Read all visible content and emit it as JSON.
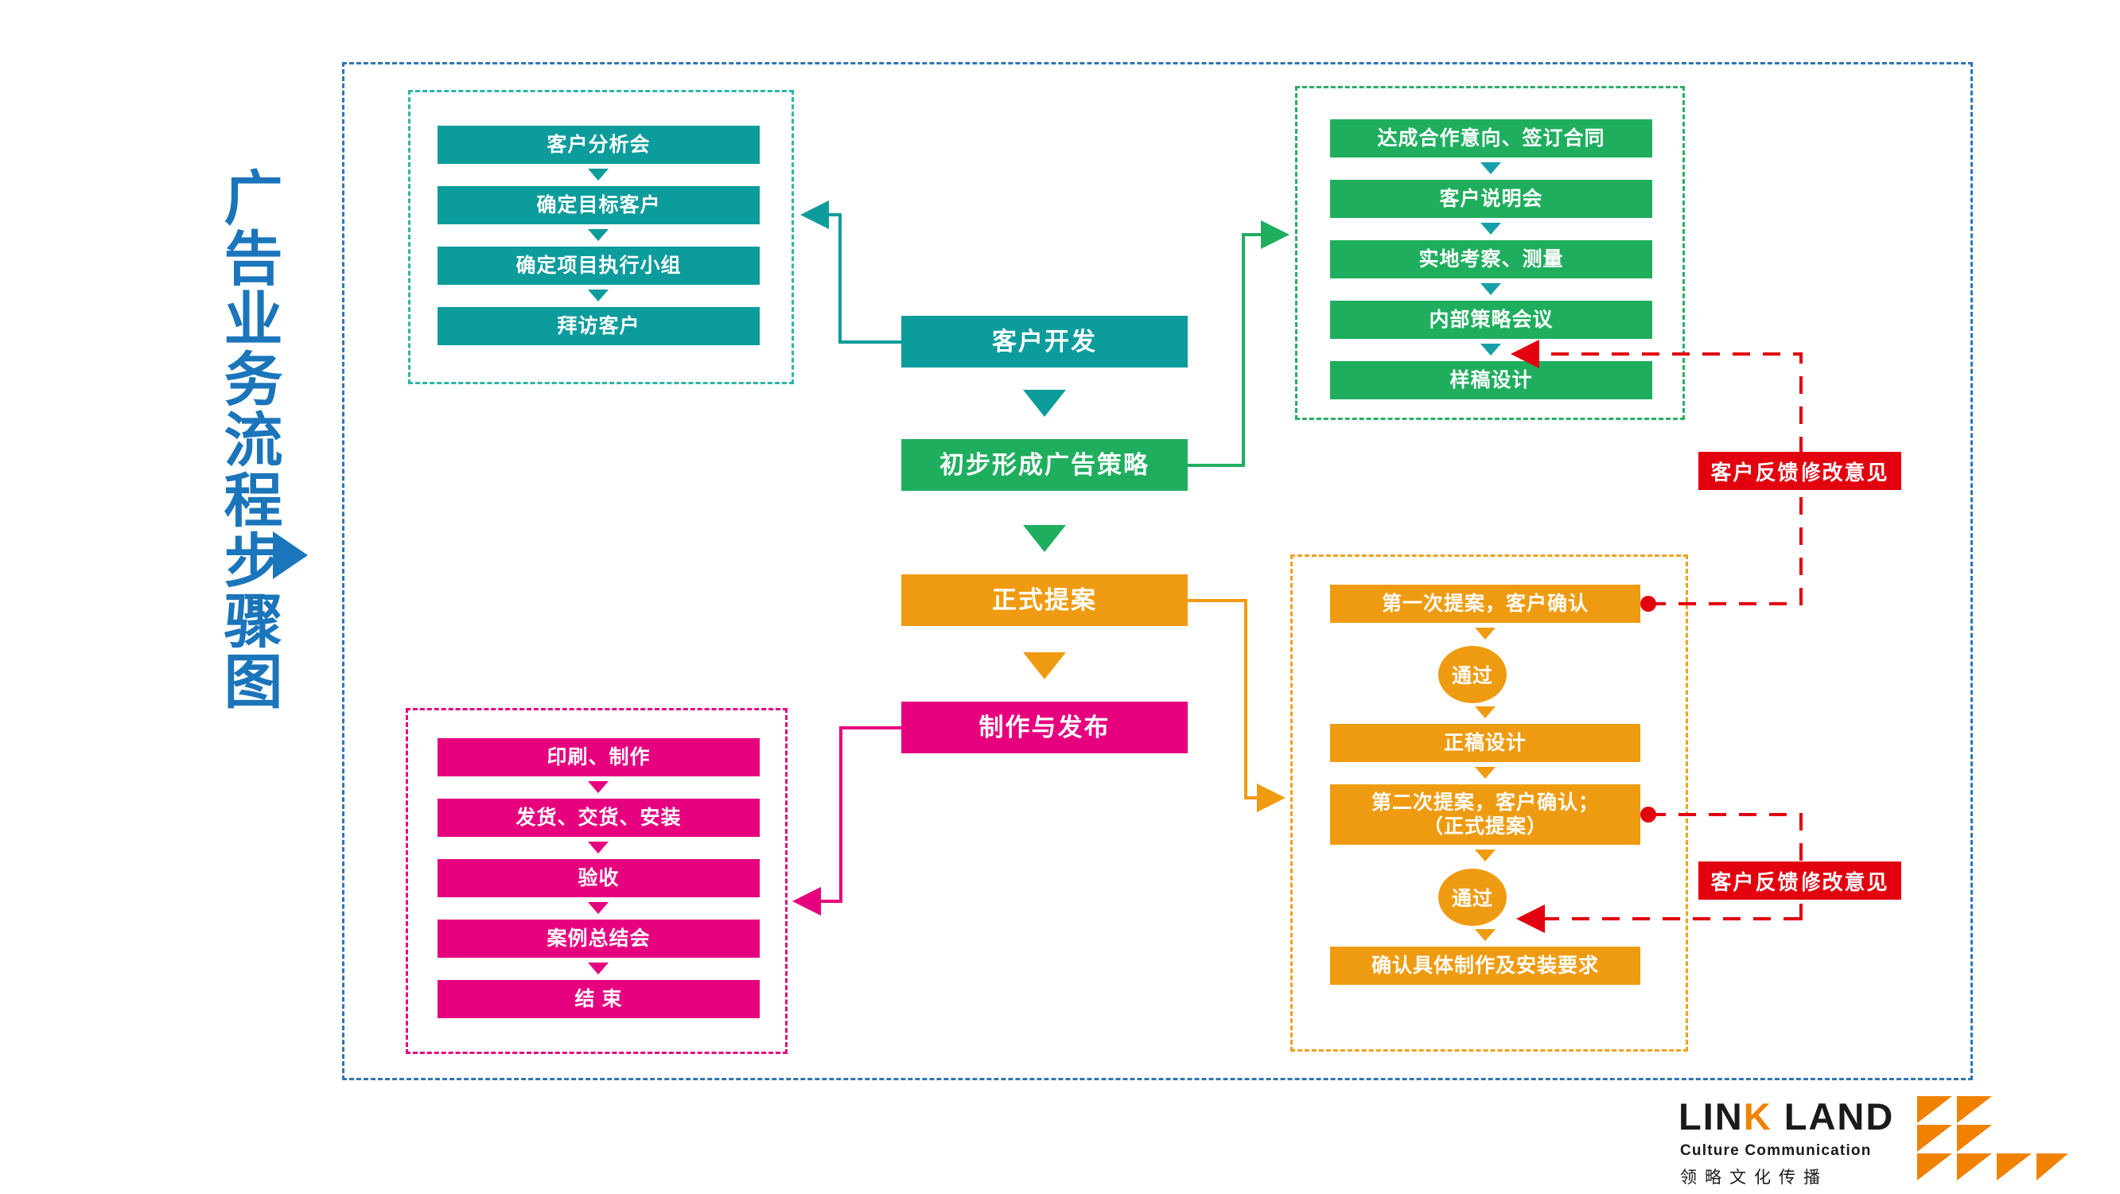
{
  "title": {
    "text": "广告业务流程步骤图",
    "color": "#1B75BB",
    "marker": "play-triangle"
  },
  "palette": {
    "teal": "#0D9C9C",
    "green": "#1FAE5E",
    "orange": "#EF9B11",
    "magenta": "#E6007E",
    "red": "#E2000F",
    "blue": "#2E75B6"
  },
  "spine": {
    "steps": [
      {
        "label": "客户开发",
        "color": "teal"
      },
      {
        "label": "初步形成广告策略",
        "color": "green"
      },
      {
        "label": "正式提案",
        "color": "orange"
      },
      {
        "label": "制作与发布",
        "color": "magenta"
      }
    ]
  },
  "groups": {
    "teal": {
      "frame_color": "#2BB6A8",
      "items": [
        "客户分析会",
        "确定目标客户",
        "确定项目执行小组",
        "拜访客户"
      ]
    },
    "green": {
      "frame_color": "#2BAE66",
      "items": [
        "达成合作意向、签订合同",
        "客户说明会",
        "实地考察、测量",
        "内部策略会议",
        "样稿设计"
      ]
    },
    "orange": {
      "frame_color": "#F2A01E",
      "items": [
        {
          "label": "第一次提案，客户确认",
          "shape": "rect"
        },
        {
          "label": "通过",
          "shape": "ellipse"
        },
        {
          "label": "正稿设计",
          "shape": "rect"
        },
        {
          "label": "第二次提案，客户确认；\n（正式提案）",
          "shape": "rect"
        },
        {
          "label": "通过",
          "shape": "ellipse"
        },
        {
          "label": "确认具体制作及安装要求",
          "shape": "rect"
        }
      ]
    },
    "magenta": {
      "frame_color": "#E6007E",
      "items": [
        "印刷、制作",
        "发货、交货、安装",
        "验收",
        "案例总结会",
        "结 束"
      ]
    }
  },
  "feedback_labels": [
    {
      "text": "客户反馈修改意见"
    },
    {
      "text": "客户反馈修改意见"
    }
  ],
  "logo": {
    "word_left": "LIN",
    "word_k": "K",
    "word_right": " LAND",
    "tagline": "Culture  Communication",
    "chinese": "领略文化传播",
    "mark_color": "#F08200"
  }
}
